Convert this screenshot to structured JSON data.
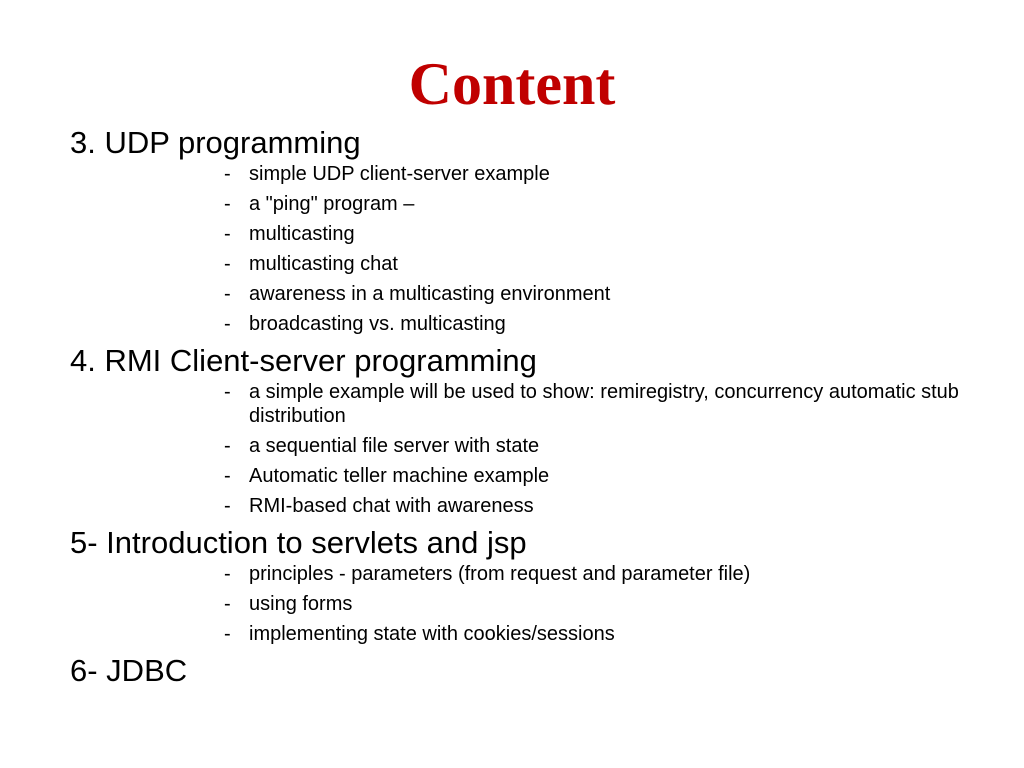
{
  "slide": {
    "title": "Content",
    "sections": [
      {
        "heading": "3. UDP programming",
        "bullets": [
          "simple UDP client-server example",
          "a \"ping\" program –",
          "multicasting",
          "multicasting chat",
          "awareness in a multicasting environment",
          "broadcasting vs. multicasting"
        ]
      },
      {
        "heading": "4. RMI Client-server programming",
        "bullets": [
          "a simple example will be used to show: remiregistry, concurrency automatic stub distribution",
          "a sequential file server with state",
          "Automatic teller machine example",
          "RMI-based chat with awareness"
        ]
      },
      {
        "heading": "5- Introduction to servlets and jsp",
        "bullets": [
          "principles - parameters (from request and parameter file)",
          "using forms",
          "implementing state with cookies/sessions"
        ]
      },
      {
        "heading": "6- JDBC",
        "bullets": []
      }
    ],
    "bullet_marker": "-",
    "colors": {
      "title": "#c00000",
      "text": "#000000",
      "background": "#ffffff"
    }
  }
}
